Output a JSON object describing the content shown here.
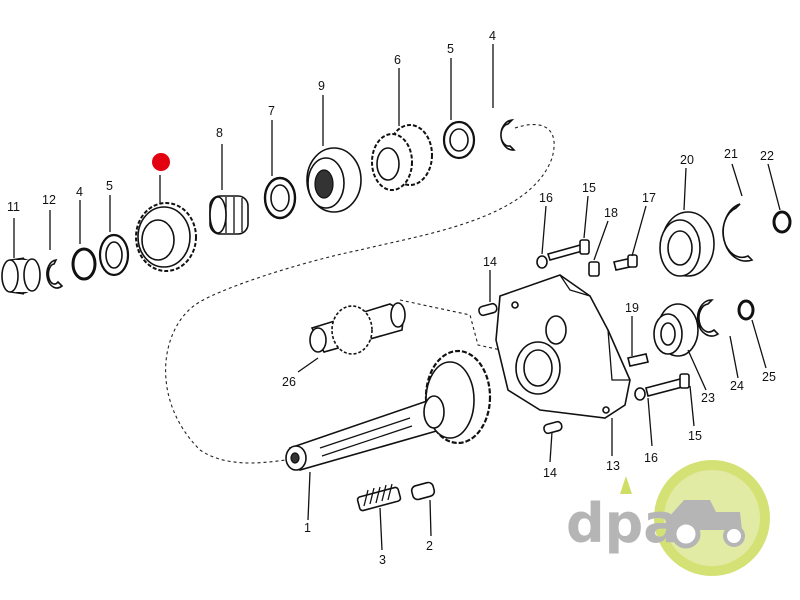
{
  "labels": {
    "p1": "1",
    "p2": "2",
    "p3": "3",
    "p4a": "4",
    "p4b": "4",
    "p5a": "5",
    "p5b": "5",
    "p6": "6",
    "p7": "7",
    "p8": "8",
    "p9": "9",
    "p11": "11",
    "p12": "12",
    "p13": "13",
    "p14a": "14",
    "p14b": "14",
    "p15a": "15",
    "p15b": "15",
    "p16a": "16",
    "p16b": "16",
    "p17": "17",
    "p18": "18",
    "p19": "19",
    "p20": "20",
    "p21": "21",
    "p22": "22",
    "p23": "23",
    "p24": "24",
    "p25": "25",
    "p26": "26"
  },
  "logo": {
    "text": "dpa",
    "icon": "tractor-icon"
  },
  "colors": {
    "marker": "#e3000f",
    "logo_green": "#c7d84a",
    "logo_grey": "#a9a9a9"
  }
}
